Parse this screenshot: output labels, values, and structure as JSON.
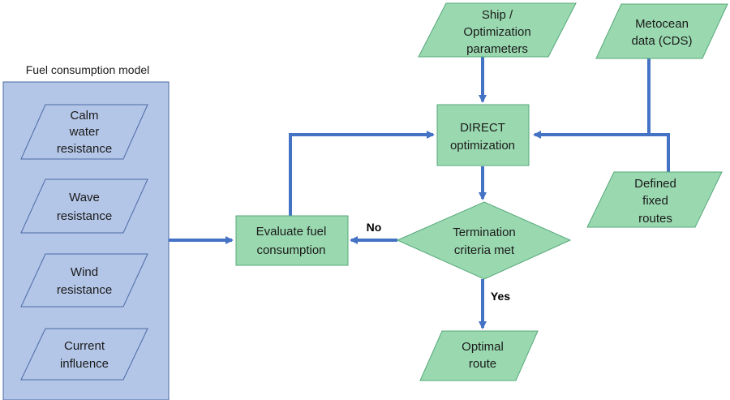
{
  "colors": {
    "green_fill": "#9ad9b0",
    "green_stroke": "#55a87a",
    "panel_fill": "#b4c6e7",
    "panel_stroke": "#4a6aa5",
    "arrow": "#4472c4"
  },
  "panel": {
    "title": "Fuel consumption model",
    "items": [
      {
        "line1": "Calm",
        "line2": "water",
        "line3": "resistance"
      },
      {
        "line1": "Wave",
        "line2": "resistance"
      },
      {
        "line1": "Wind",
        "line2": "resistance"
      },
      {
        "line1": "Current",
        "line2": "influence"
      }
    ]
  },
  "nodes": {
    "ship_params": {
      "line1": "Ship /",
      "line2": "Optimization",
      "line3": "parameters"
    },
    "metocean": {
      "line1": "Metocean",
      "line2": "data (CDS)"
    },
    "direct": {
      "line1": "DIRECT",
      "line2": "optimization"
    },
    "defined_routes": {
      "line1": "Defined",
      "line2": "fixed",
      "line3": "routes"
    },
    "evaluate": {
      "line1": "Evaluate fuel",
      "line2": "consumption"
    },
    "termination": {
      "line1": "Termination",
      "line2": "criteria met"
    },
    "optimal_route": {
      "line1": "Optimal",
      "line2": "route"
    }
  },
  "edge_labels": {
    "no": "No",
    "yes": "Yes"
  }
}
